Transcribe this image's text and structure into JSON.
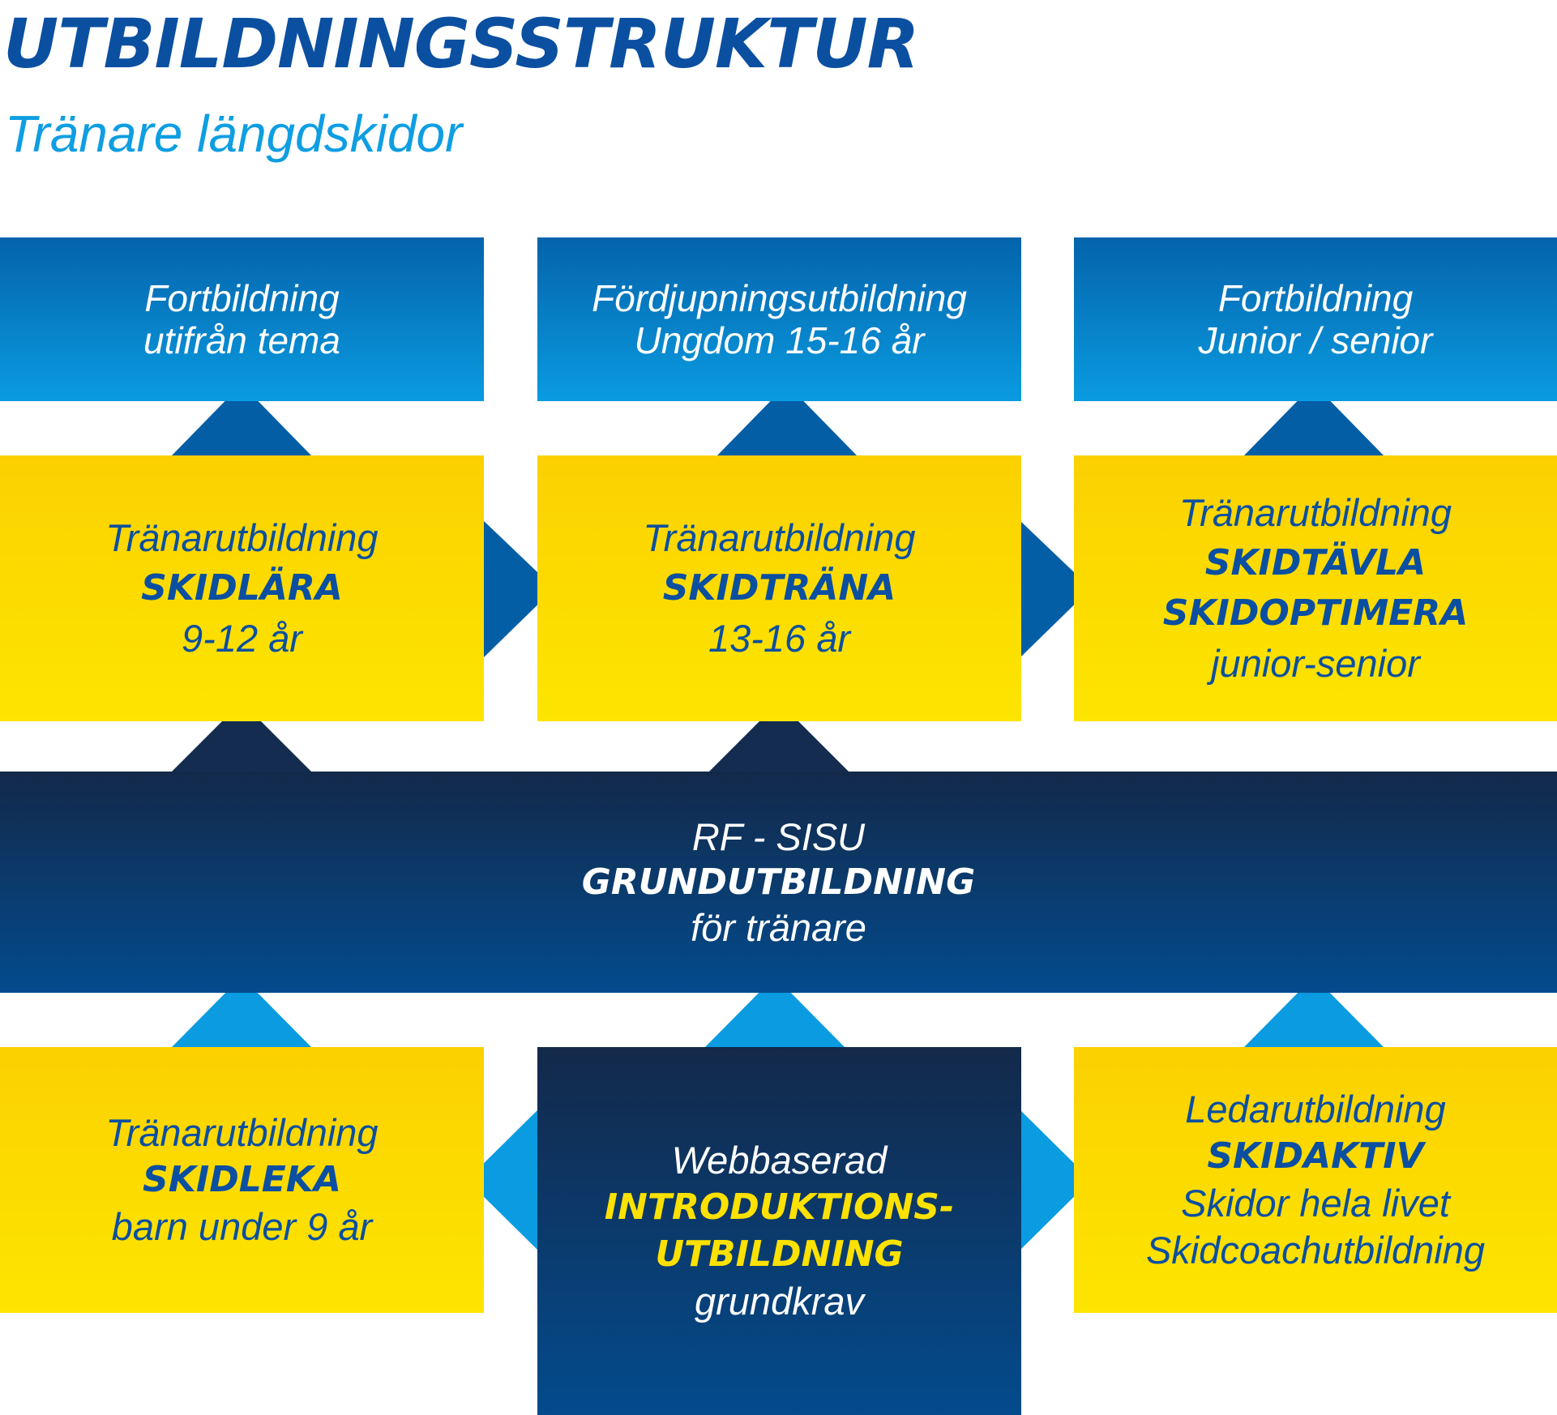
{
  "header": {
    "title": "UTBILDNINGSSTRUKTUR",
    "subtitle": "Tränare längdskidor"
  },
  "top_row": [
    {
      "line1": "Fortbildning",
      "line2": "utifrån tema"
    },
    {
      "line1": "Fördjupningsutbildning",
      "line2": "Ungdom 15-16 år"
    },
    {
      "line1": "Fortbildning",
      "line2": "Junior / senior"
    }
  ],
  "middle_row": [
    {
      "kicker": "Tränarutbildning",
      "name": "SKIDLÄRA",
      "detail": "9-12 år"
    },
    {
      "kicker": "Tränarutbildning",
      "name": "SKIDTRÄNA",
      "detail": "13-16 år"
    },
    {
      "kicker": "Tränarutbildning",
      "name1": "SKIDTÄVLA",
      "name2": "SKIDOPTIMERA",
      "detail": "junior-senior"
    }
  ],
  "grund": {
    "kicker": "RF - SISU",
    "name": "GRUNDUTBILDNING",
    "detail": "för tränare"
  },
  "bottom_row": [
    {
      "kicker": "Tränarutbildning",
      "name": "SKIDLEKA",
      "detail": "barn under 9 år"
    },
    {
      "kicker": "Webbaserad",
      "name1": "INTRODUKTIONS-",
      "name2": "UTBILDNING",
      "detail": "grundkrav"
    },
    {
      "kicker": "Ledarutbildning",
      "name": "SKIDAKTIV",
      "detail1": "Skidor hela livet",
      "detail2": "Skidcoachutbildning"
    }
  ],
  "colors": {
    "title_blue": "#0b4fa1",
    "subtitle_cyan": "#0e9ee2",
    "box_blue_top": "#0463ab",
    "box_blue_bottom": "#0a9be0",
    "box_yellow": "#fcd900",
    "box_navy_top": "#13294a",
    "box_navy_bottom": "#034b8d",
    "arrow_dark_blue": "#045ea6",
    "arrow_navy": "#132c4f",
    "arrow_cyan": "#0a9be0"
  },
  "connectors": [
    "arrow-up-dark-blue",
    "arrow-up-navy",
    "arrow-up-cyan",
    "arrow-right-dark-blue",
    "arrow-right-cyan",
    "arrow-left-cyan"
  ]
}
